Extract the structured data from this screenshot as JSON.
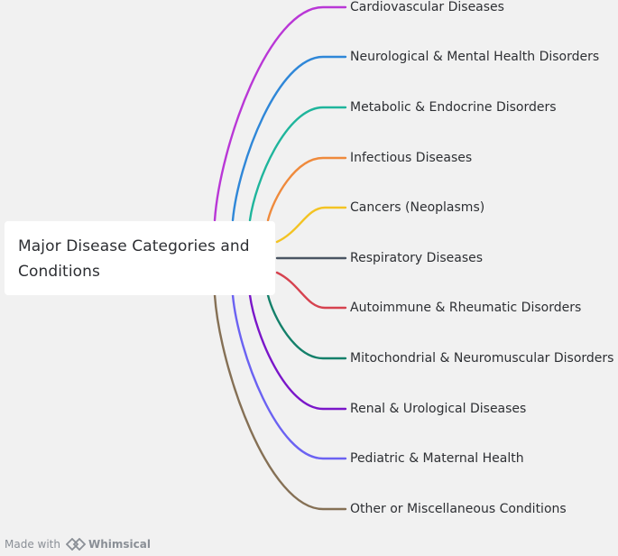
{
  "root": {
    "title": "Major Disease Categories and Conditions"
  },
  "branches": [
    {
      "label": "Cardiovascular Diseases",
      "color": "#b937d6"
    },
    {
      "label": "Neurological & Mental Health Disorders",
      "color": "#2f87d8"
    },
    {
      "label": "Metabolic & Endocrine Disorders",
      "color": "#1fb59c"
    },
    {
      "label": "Infectious Diseases",
      "color": "#ef8a3c"
    },
    {
      "label": "Cancers (Neoplasms)",
      "color": "#f3c323"
    },
    {
      "label": "Respiratory Diseases",
      "color": "#4a5563"
    },
    {
      "label": "Autoimmune & Rheumatic Disorders",
      "color": "#d6424f"
    },
    {
      "label": "Mitochondrial & Neuromuscular Disorders",
      "color": "#14806a"
    },
    {
      "label": "Renal & Urological Diseases",
      "color": "#7a16c9"
    },
    {
      "label": "Pediatric & Maternal Health",
      "color": "#6b62f2"
    },
    {
      "label": "Other or Miscellaneous Conditions",
      "color": "#857055"
    }
  ],
  "footer": {
    "made_with": "Made with",
    "brand": "Whimsical",
    "logo_icon": "whimsical-logo-icon"
  }
}
